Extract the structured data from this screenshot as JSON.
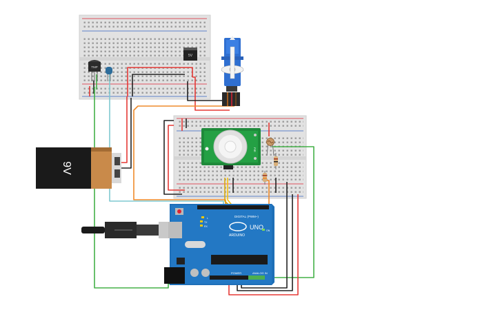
{
  "battery": {
    "label": "9V"
  },
  "regulator": {
    "label": "5V"
  },
  "temp_sensor": {
    "label": "TMP"
  },
  "arduino": {
    "model": "UNO",
    "brand": "ARDUINO",
    "digital_header": "DIGITAL (PWM~)",
    "power_header": "POWER",
    "analog_header": "ANALOG IN",
    "tx": "TX",
    "rx": "RX",
    "l": "L",
    "on": "ON"
  },
  "pir": {
    "side_label": "PIR"
  },
  "wire_colors": {
    "red": "#e53935",
    "black": "#222222",
    "orange": "#ef8a2a",
    "green": "#43b047",
    "cyan": "#7fc8d0",
    "yellow": "#f5c211",
    "brown": "#8b5a2b"
  }
}
